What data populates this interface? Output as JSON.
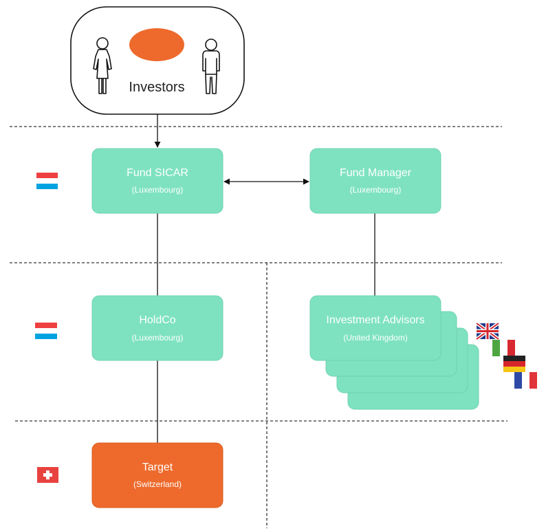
{
  "colors": {
    "node_fill": "#7ee2c0",
    "node_stroke": "#6fd3b0",
    "target_fill": "#ee6a2c",
    "target_stroke": "#d85c20",
    "oval_fill": "#ee6a2c",
    "line": "#111111",
    "divider": "#333333"
  },
  "investors": {
    "label": "Investors",
    "icons": [
      "woman-icon",
      "man-icon"
    ]
  },
  "nodes": {
    "fund_sicar": {
      "title": "Fund SICAR",
      "subtitle": "(Luxembourg)"
    },
    "fund_manager": {
      "title": "Fund Manager",
      "subtitle": "(Luxembourg)"
    },
    "holdco": {
      "title": "HoldCo",
      "subtitle": "(Luxembourg)"
    },
    "investment_advisors": {
      "title": "Investment Advisors",
      "subtitle": "(United Kingdom)"
    },
    "target": {
      "title": "Target",
      "subtitle": "(Switzerland)"
    }
  },
  "flags": {
    "row1": "luxembourg-flag",
    "row2": "luxembourg-flag",
    "row3": "switzerland-flag",
    "advisors": [
      "united-kingdom-flag",
      "italy-flag",
      "germany-flag",
      "france-flag"
    ]
  }
}
